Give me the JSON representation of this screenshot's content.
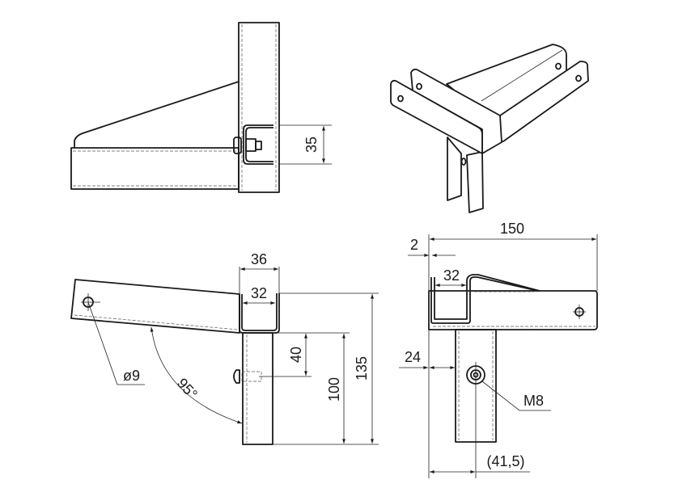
{
  "title": "Wall bracket technical drawing",
  "colors": {
    "line": "#1a1a1a",
    "background": "#ffffff"
  },
  "views": {
    "side_view": {
      "dim_height": "35"
    },
    "front_view": {
      "dim_outer_width": "36",
      "dim_inner_width": "32",
      "dim_bolt_offset": "40",
      "dim_post_height": "100",
      "dim_total_height": "135",
      "hole_diameter": "ø9",
      "angle": "95°"
    },
    "top_view": {
      "dim_length": "150",
      "dim_offset": "2",
      "dim_channel": "32",
      "dim_post_offset": "24",
      "thread": "M8",
      "dim_bolt_position": "(41,5)"
    }
  }
}
